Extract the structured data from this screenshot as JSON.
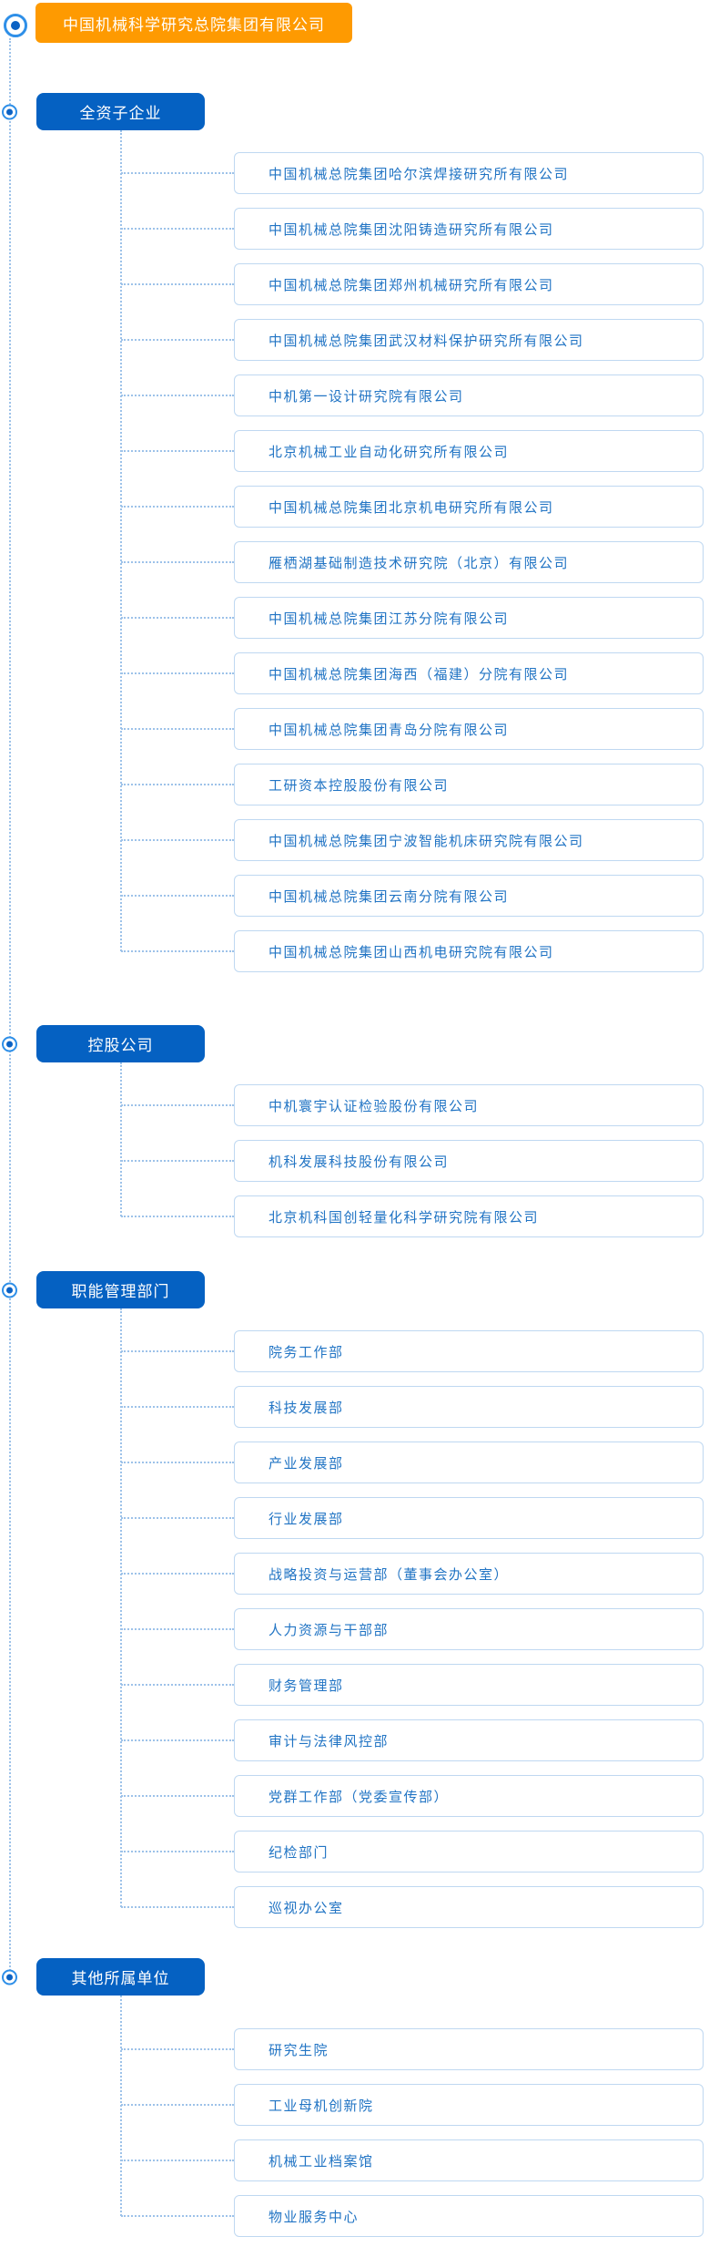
{
  "root": {
    "title": "中国机械科学研究总院集团有限公司"
  },
  "sections": [
    {
      "label": "全资子企业",
      "items": [
        "中国机械总院集团哈尔滨焊接研究所有限公司",
        "中国机械总院集团沈阳铸造研究所有限公司",
        "中国机械总院集团郑州机械研究所有限公司",
        "中国机械总院集团武汉材料保护研究所有限公司",
        "中机第一设计研究院有限公司",
        "北京机械工业自动化研究所有限公司",
        "中国机械总院集团北京机电研究所有限公司",
        "雁栖湖基础制造技术研究院（北京）有限公司",
        "中国机械总院集团江苏分院有限公司",
        "中国机械总院集团海西（福建）分院有限公司",
        "中国机械总院集团青岛分院有限公司",
        "工研资本控股股份有限公司",
        "中国机械总院集团宁波智能机床研究院有限公司",
        "中国机械总院集团云南分院有限公司",
        "中国机械总院集团山西机电研究院有限公司"
      ]
    },
    {
      "label": "控股公司",
      "items": [
        "中机寰宇认证检验股份有限公司",
        "机科发展科技股份有限公司",
        "北京机科国创轻量化科学研究院有限公司"
      ]
    },
    {
      "label": "职能管理部门",
      "items": [
        "院务工作部",
        "科技发展部",
        "产业发展部",
        "行业发展部",
        "战略投资与运营部（董事会办公室）",
        "人力资源与干部部",
        "财务管理部",
        "审计与法律风控部",
        "党群工作部（党委宣传部）",
        "纪检部门",
        "巡视办公室"
      ]
    },
    {
      "label": "其他所属单位",
      "items": [
        "研究生院",
        "工业母机创新院",
        "机械工业档案馆",
        "物业服务中心"
      ]
    }
  ],
  "colors": {
    "root_bg": "#fe9a01",
    "section_bg": "#0561c2",
    "item_text": "#2174c4",
    "item_border": "#bfd8f1",
    "connector": "#9dc2e9",
    "icon_ring": "#2e8fe8",
    "icon_dot": "#0b62c4"
  },
  "icons": {
    "node_marker": "radio-dot-icon"
  }
}
